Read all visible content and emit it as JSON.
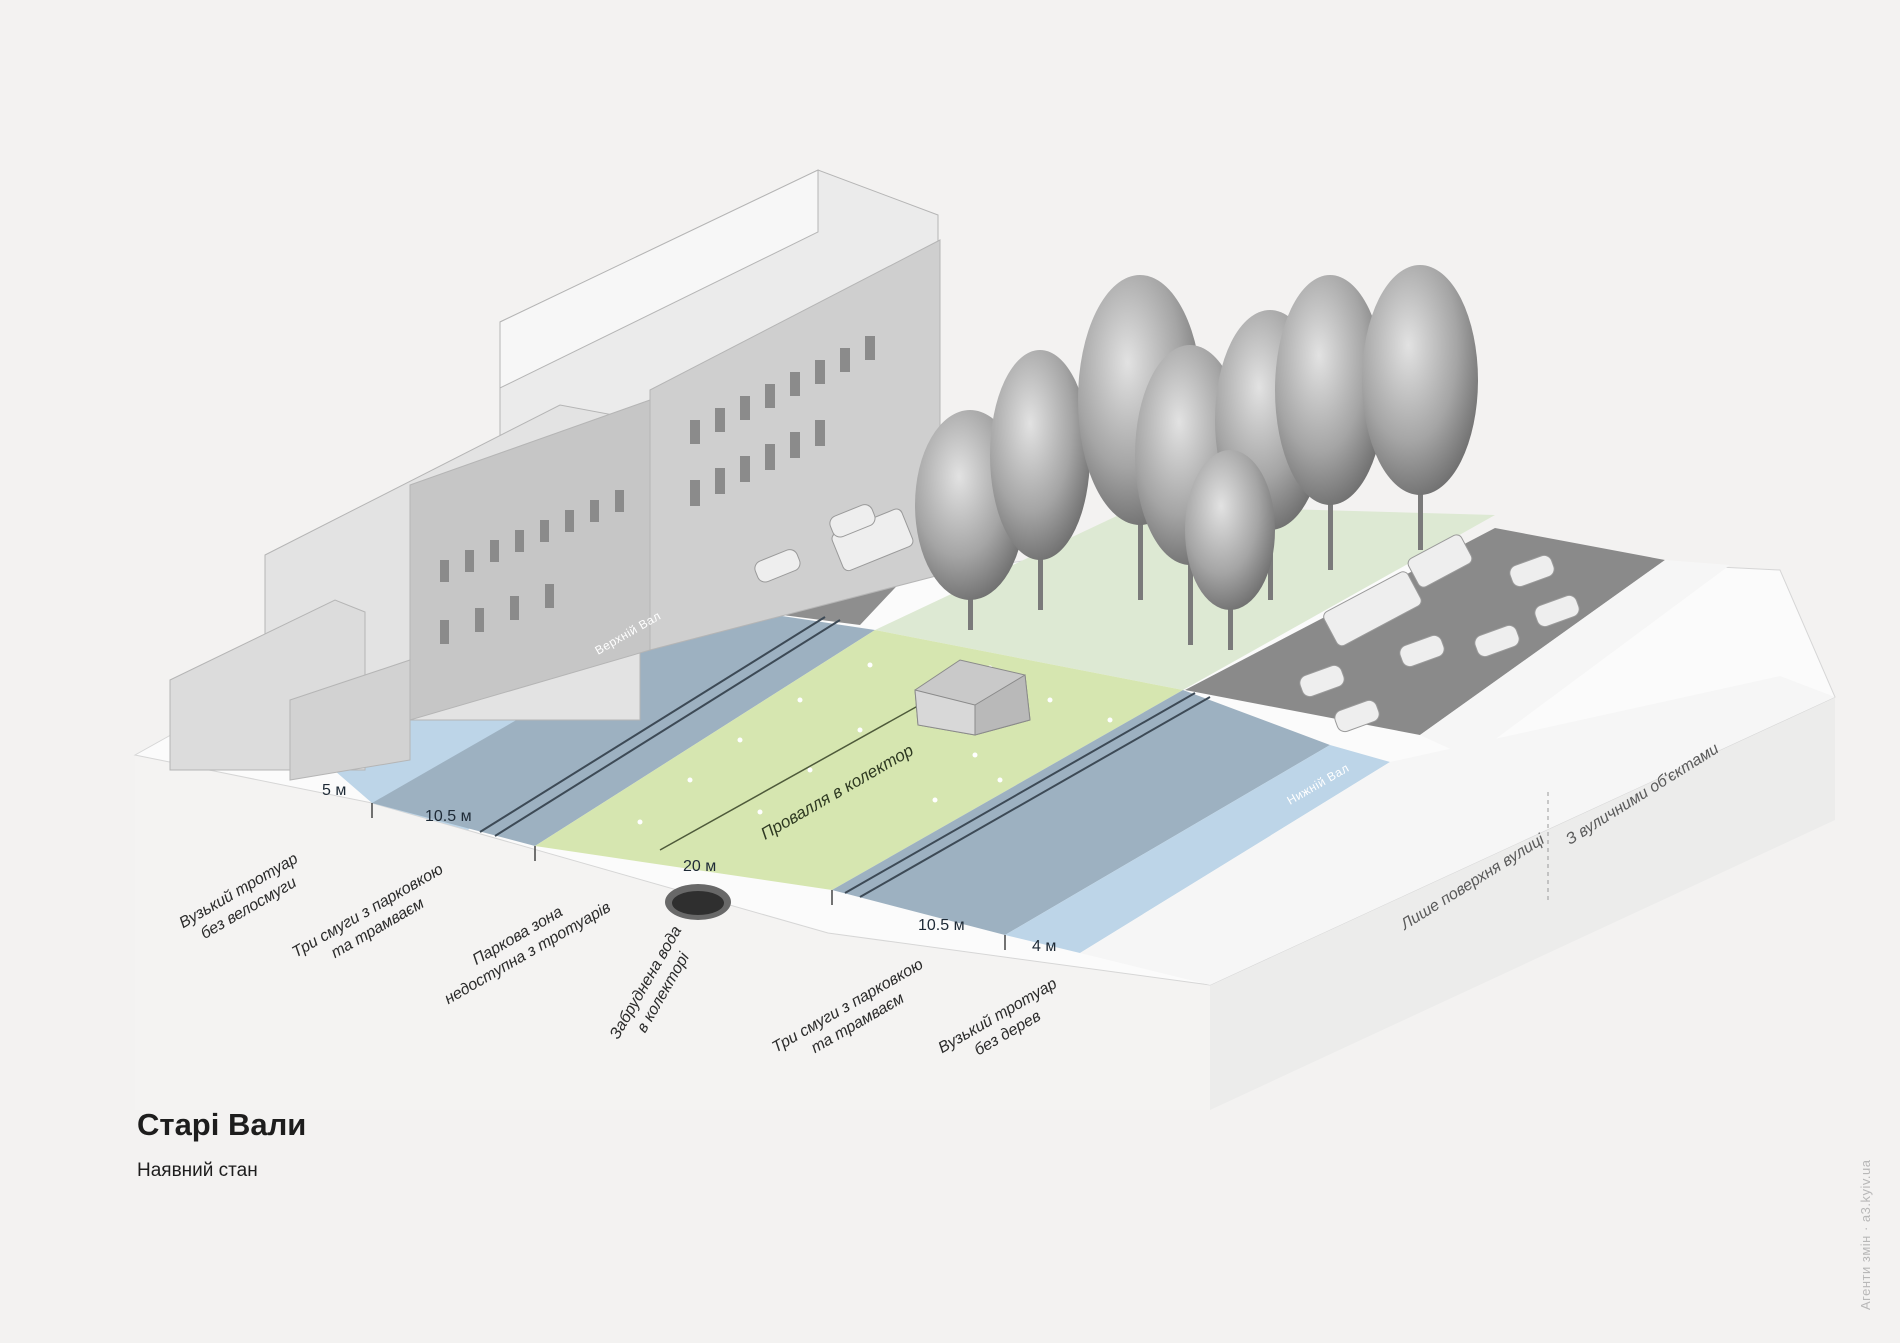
{
  "title": "Старі Вали",
  "subtitle": "Наявний стан",
  "credit": "Агенти змін  ·  a3.kyiv.ua",
  "street_labels": {
    "upper": "Верхній Вал",
    "lower": "Нижній Вал"
  },
  "collector_label": "Провалля в колектор",
  "dimensions": [
    "5 м",
    "10.5 м",
    "20 м",
    "10.5 м",
    "4 м"
  ],
  "notes": [
    [
      "Вузький тротуар",
      "без велосмуги"
    ],
    [
      "Три смуги з парковкою",
      "та трамваєм"
    ],
    [
      "Паркова зона",
      "недоступна з тротуарів"
    ],
    [
      "Забруднена вода",
      "в колекторі"
    ],
    [
      "Три смуги з парковкою",
      "та трамваєм"
    ],
    [
      "Вузький тротуар",
      "без дерев"
    ]
  ],
  "right_notes": [
    "Лише поверхня вулиці",
    "З вуличними об'єктами"
  ],
  "colors": {
    "sidewalk": "#bdd5e8",
    "roadway": "#9db1c1",
    "park": "#d6e6b0",
    "park_far": "#dde9d3",
    "road_far": "#8c8c8c",
    "base": "#ffffff"
  }
}
